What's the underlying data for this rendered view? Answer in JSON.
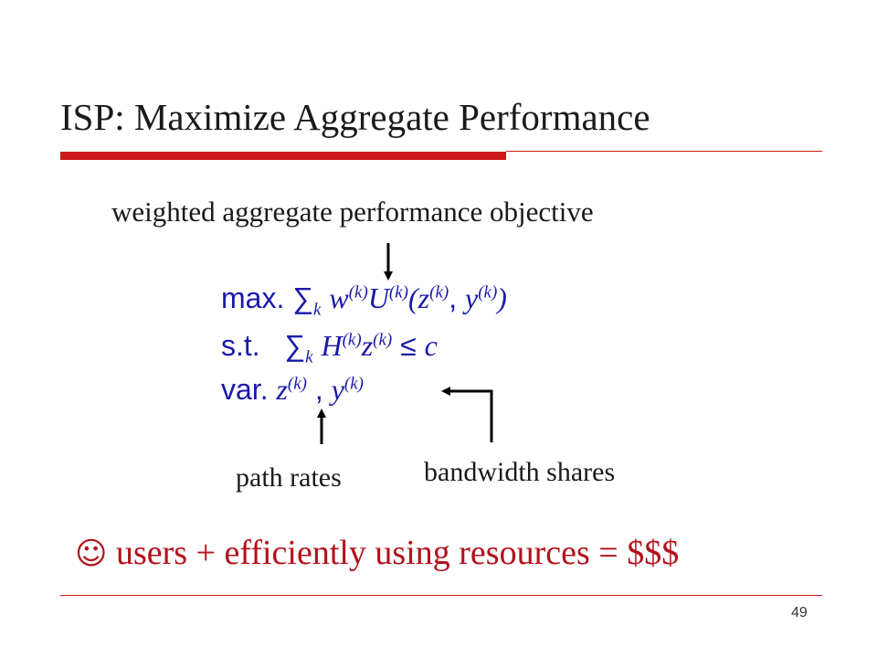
{
  "slide": {
    "title": "ISP: Maximize Aggregate Performance",
    "objective_label": "weighted aggregate performance objective",
    "formulation": {
      "max": {
        "keyword": "max.",
        "sum": "∑",
        "k": "k",
        "w": "w",
        "sup_k": "(k)",
        "U": "U",
        "open": "(",
        "z": "z",
        "comma": ",",
        "y": "y",
        "close": ")"
      },
      "st": {
        "keyword": "s.t.",
        "sum": "∑",
        "k": "k",
        "H": "H",
        "sup_k": "(k)",
        "z": "z",
        "leq": "≤",
        "c": "c"
      },
      "var": {
        "keyword": "var.",
        "z": "z",
        "sup_k": "(k)",
        "comma": ",",
        "y": "y"
      }
    },
    "path_rates_label": "path rates",
    "bandwidth_shares_label": "bandwidth shares",
    "conclusion": {
      "smiley": "☺",
      "text": "users + efficiently using resources = $$$"
    },
    "page_number": "49"
  },
  "colors": {
    "accent_red": "#cc1a1a",
    "math_blue": "#1a1aa8",
    "conclusion_red": "#b3111b"
  }
}
